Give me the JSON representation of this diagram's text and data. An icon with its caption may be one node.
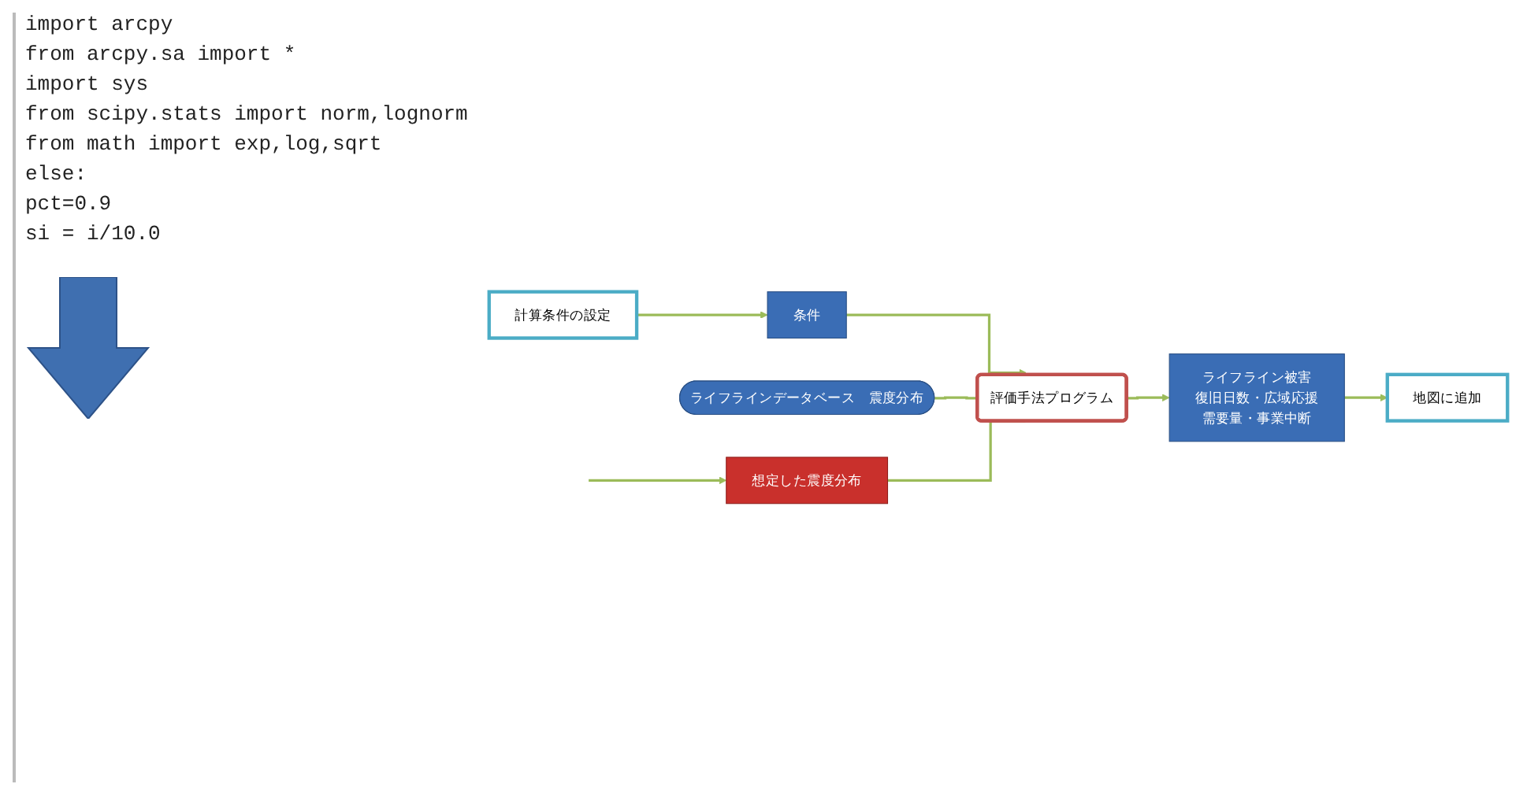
{
  "diagram": {
    "nodes": [
      {
        "text": [
          "計算条件の設定"
        ]
      },
      {
        "text": [
          "条件"
        ]
      },
      {
        "text": [
          "評価手法プログラム"
        ]
      },
      {
        "text": [
          "ライフラインデータベース　震度分布"
        ]
      },
      {
        "text": [
          "想定した震度分布"
        ]
      },
      {
        "text": [
          "ライフライン被害",
          "復旧日数・広域応援",
          "需要量・事業中断"
        ]
      },
      {
        "text": [
          "地図に追加"
        ]
      }
    ],
    "edges": [
      {
        "from": 0,
        "to": 1,
        "arrow": "to"
      },
      {
        "from": 1,
        "to": 2,
        "arrow": "to"
      },
      {
        "from": null,
        "to": 4,
        "arrow": "to"
      },
      {
        "from": 3,
        "to": 2,
        "arrow": "none"
      },
      {
        "from": 4,
        "to": 2,
        "arrow": "none"
      },
      {
        "from": 2,
        "to": 5,
        "arrow": "to"
      },
      {
        "from": 5,
        "to": 6,
        "arrow": "to"
      }
    ],
    "labels": [
      "import arcpy",
      "from arcpy.sa import *",
      "import sys",
      "from scipy.stats import norm,lognorm",
      "from math import exp,log,sqrt",
      "else:",
      "pct=0.9",
      "si = i/10.0"
    ]
  }
}
